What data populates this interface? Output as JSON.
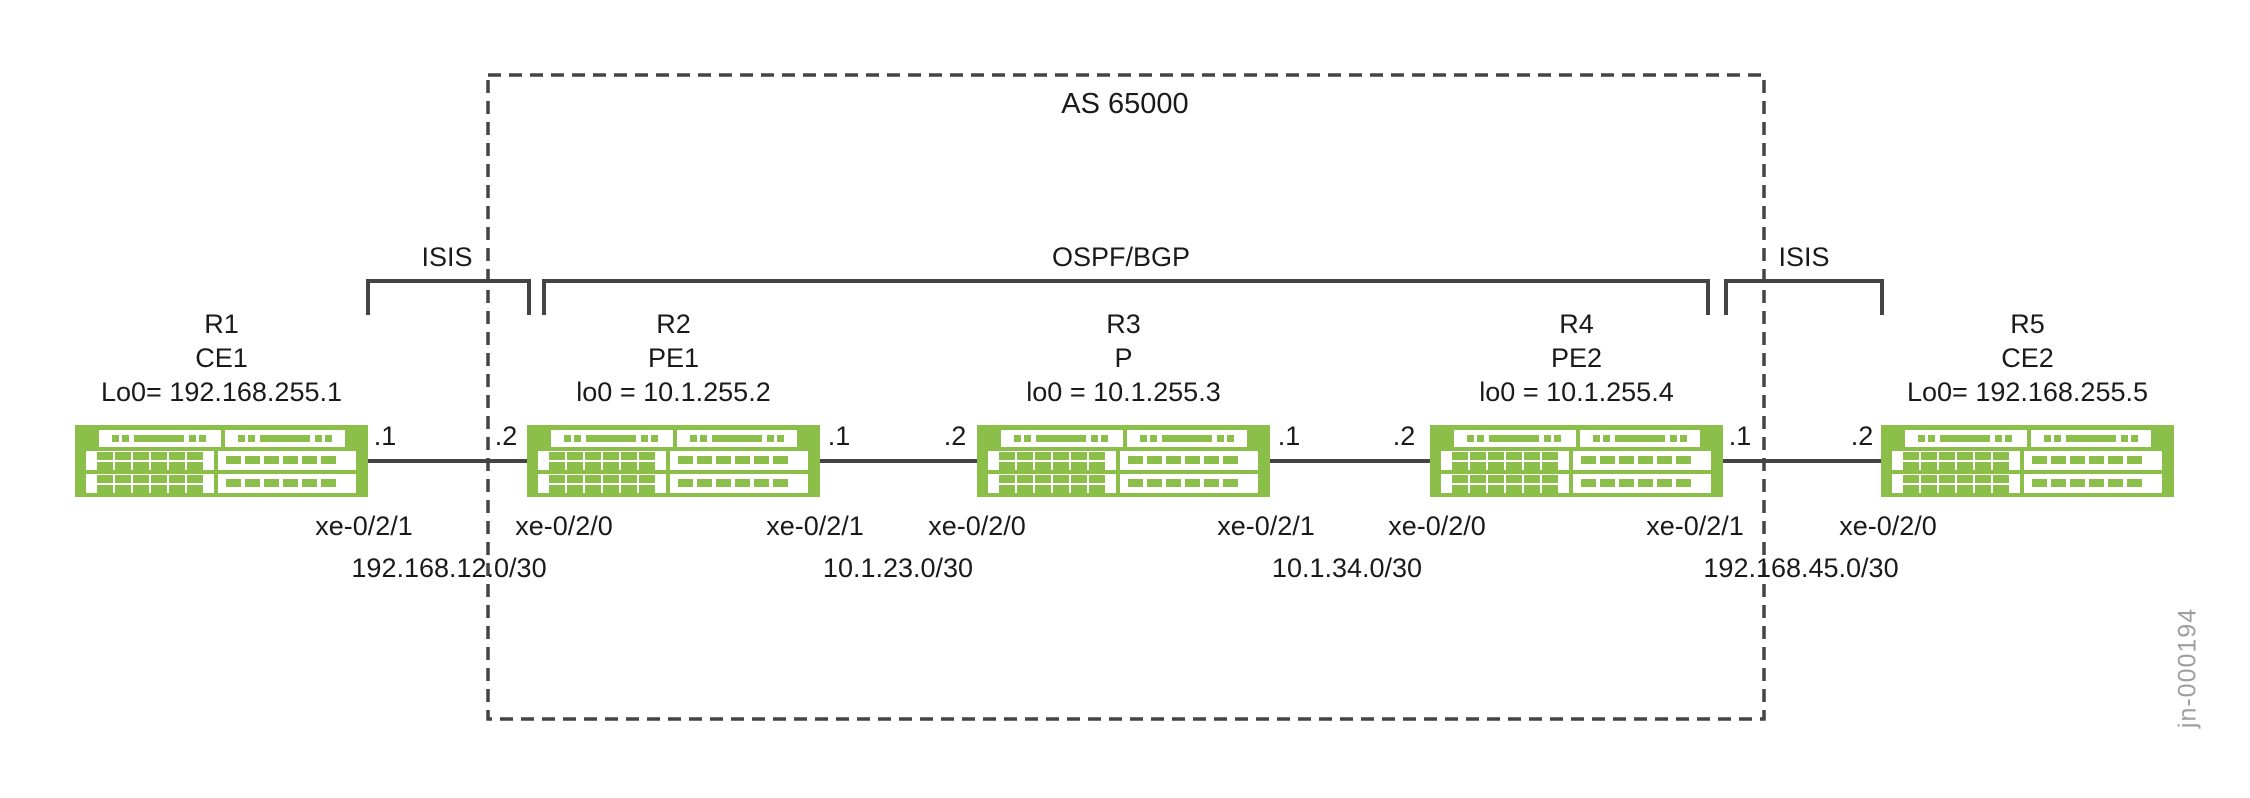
{
  "figure": {
    "as_label": "AS 65000",
    "watermark": "jn-000194"
  },
  "colors": {
    "router_green": "#8CBE4A",
    "line_gray": "#444444",
    "text_black": "#1A1A1A",
    "watermark_gray": "#9E9E9E"
  },
  "brackets": [
    {
      "label": "ISIS"
    },
    {
      "label": "OSPF/BGP"
    },
    {
      "label": "ISIS"
    }
  ],
  "routers": [
    {
      "name": "R1",
      "role": "CE1",
      "loopback": "Lo0= 192.168.255.1"
    },
    {
      "name": "R2",
      "role": "PE1",
      "loopback": "lo0 = 10.1.255.2"
    },
    {
      "name": "R3",
      "role": "P",
      "loopback": "lo0 = 10.1.255.3"
    },
    {
      "name": "R4",
      "role": "PE2",
      "loopback": "lo0 = 10.1.255.4"
    },
    {
      "name": "R5",
      "role": "CE2",
      "loopback": "Lo0= 192.168.255.5"
    }
  ],
  "links": [
    {
      "left_octet": ".1",
      "right_octet": ".2",
      "left_iface": "xe-0/2/1",
      "right_iface": "xe-0/2/0",
      "subnet": "192.168.12.0/30"
    },
    {
      "left_octet": ".1",
      "right_octet": ".2",
      "left_iface": "xe-0/2/1",
      "right_iface": "xe-0/2/0",
      "subnet": "10.1.23.0/30"
    },
    {
      "left_octet": ".1",
      "right_octet": ".2",
      "left_iface": "xe-0/2/1",
      "right_iface": "xe-0/2/0",
      "subnet": "10.1.34.0/30"
    },
    {
      "left_octet": ".1",
      "right_octet": ".2",
      "left_iface": "xe-0/2/1",
      "right_iface": "xe-0/2/0",
      "subnet": "192.168.45.0/30"
    }
  ]
}
